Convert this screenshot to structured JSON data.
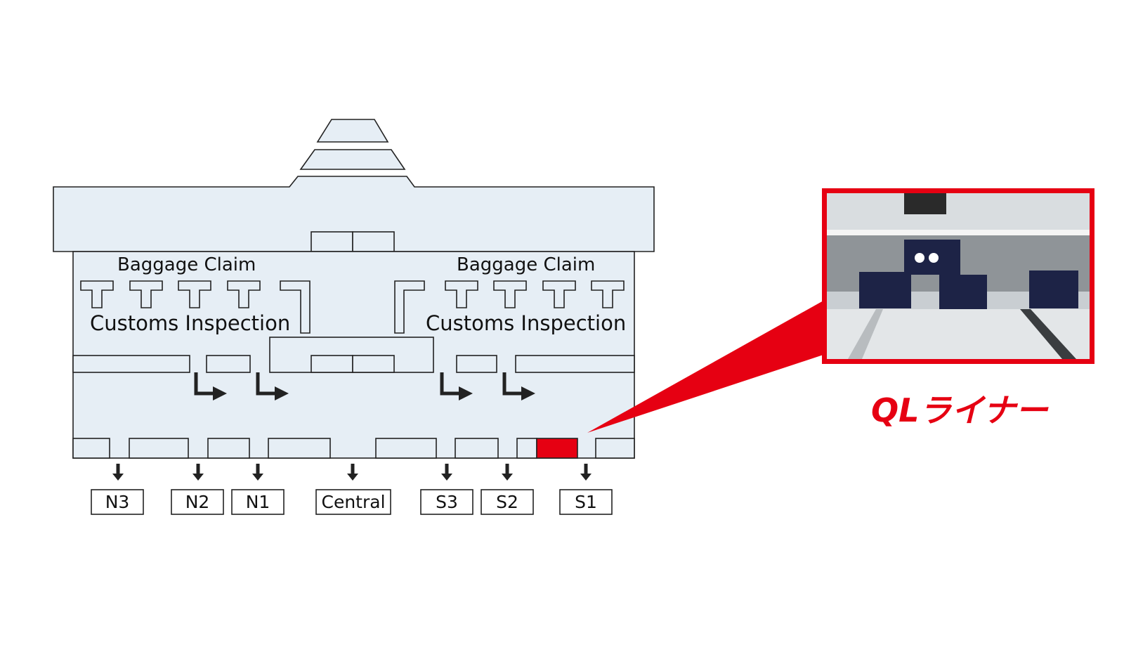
{
  "map": {
    "baggage_claim_left": "Baggage Claim",
    "baggage_claim_right": "Baggage Claim",
    "customs_left": "Customs Inspection",
    "customs_right": "Customs Inspection",
    "exits": [
      {
        "label": "N3"
      },
      {
        "label": "N2"
      },
      {
        "label": "N1"
      },
      {
        "label": "Central"
      },
      {
        "label": "S3"
      },
      {
        "label": "S2"
      },
      {
        "label": "S1"
      }
    ],
    "highlight_color": "#e60012",
    "floor_color": "#e6eef5"
  },
  "photo": {
    "frame_color": "#e60012"
  },
  "logo": {
    "text": "QLライナー",
    "color": "#e60012"
  }
}
